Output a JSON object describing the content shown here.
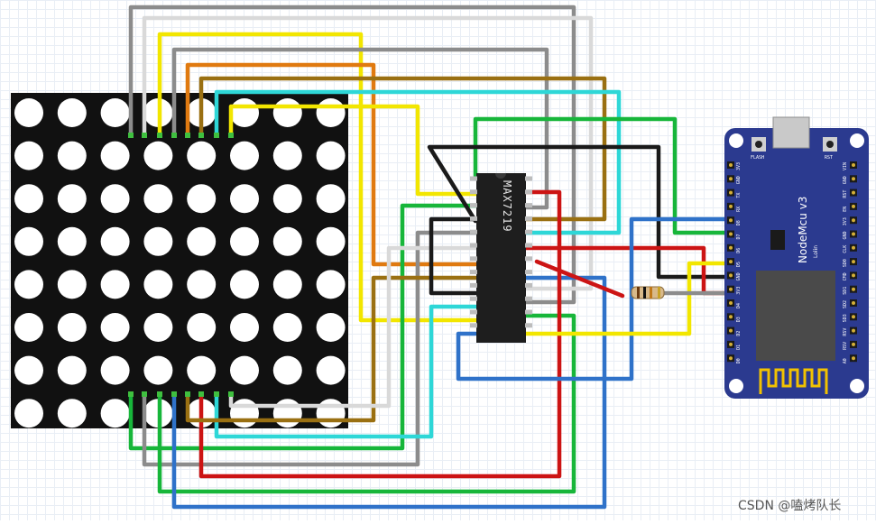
{
  "chip": {
    "label": "MAX7219"
  },
  "board": {
    "title": "NodeMcu v3",
    "subtitle": "Lolin",
    "flash_label": "FLASH",
    "rst_label": "RST",
    "left_pins": [
      "3V3",
      "GND",
      "TX",
      "RX",
      "D8",
      "D7",
      "D6",
      "D5",
      "GND",
      "3V3",
      "D4",
      "D3",
      "D2",
      "D1",
      "D0"
    ],
    "right_pins": [
      "VIN",
      "GND",
      "RST",
      "EN",
      "3V3",
      "GND",
      "CLK",
      "SD0",
      "CMD",
      "SD1",
      "SD2",
      "SD3",
      "RSV",
      "RSV",
      "A0"
    ]
  },
  "watermark": "CSDN @嗑烤队长",
  "colors": {
    "matrix": "#111111",
    "led": "#ffffff",
    "chip": "#1e1e1e",
    "board": "#2b3a8f",
    "wire_gray": "#8c8c8c",
    "wire_light": "#d9d9d9",
    "wire_yellow": "#f2e600",
    "wire_orange": "#e07a10",
    "wire_brown": "#9a7012",
    "wire_cyan": "#2ed7d7",
    "wire_green": "#17b63a",
    "wire_black": "#1a1a1a",
    "wire_red": "#cc1414",
    "wire_blue": "#2f72c9"
  }
}
